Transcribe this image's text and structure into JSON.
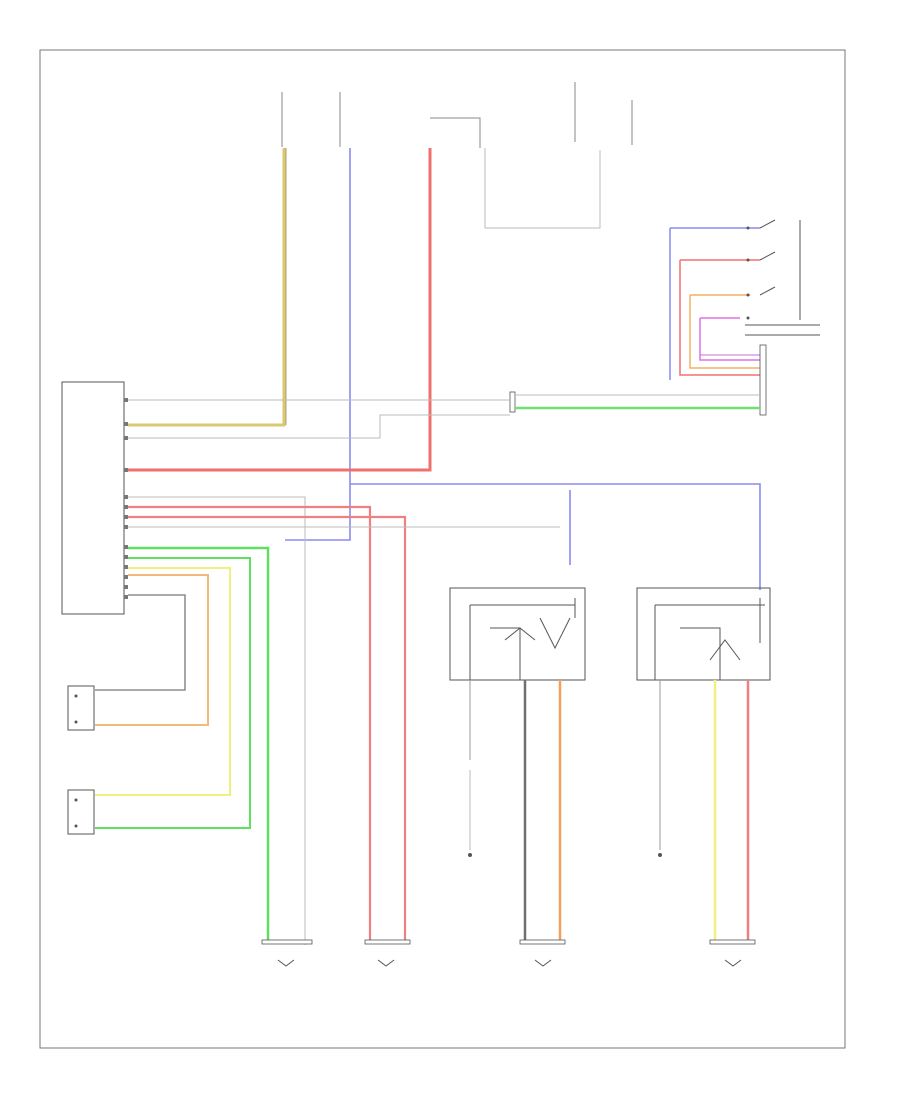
{
  "page_code": "",
  "top_sources": [
    {
      "id": "src_a",
      "lines": [
        "",
        "",
        ""
      ]
    },
    {
      "id": "src_b",
      "lines": [
        "",
        ""
      ]
    },
    {
      "id": "src_c",
      "lines": [
        "",
        "",
        ""
      ]
    },
    {
      "id": "src_d",
      "lines": [
        "",
        "",
        ""
      ]
    }
  ],
  "components": {
    "memory_switch": "",
    "memory_switch_conn": "",
    "front_power_seat_unit": "",
    "left_front_lumbar_switch": "",
    "left_seat_cushion_switch": "",
    "lumbar_adj_module": "",
    "seat_cushion_module": "",
    "motor_1": "",
    "motor_2": "",
    "motor_3": "",
    "motor_4": "",
    "seat_slide_sensor": "",
    "seat_recliner_sensor": "",
    "splice_center": ""
  },
  "wire_colors": {
    "yellow": "#e8dc8c",
    "brown": "#c9b78f",
    "blue": "#8a8af0",
    "red": "#f08080",
    "pink": "#f4a0a0",
    "green": "#70e070",
    "orange": "#f4b878",
    "magenta": "#e070e0",
    "gray": "#909090",
    "white_wire": "#d8d8d8",
    "black_wire": "#555555"
  },
  "wire_labels": [
    "",
    "",
    "",
    "",
    "",
    "",
    "",
    ""
  ]
}
